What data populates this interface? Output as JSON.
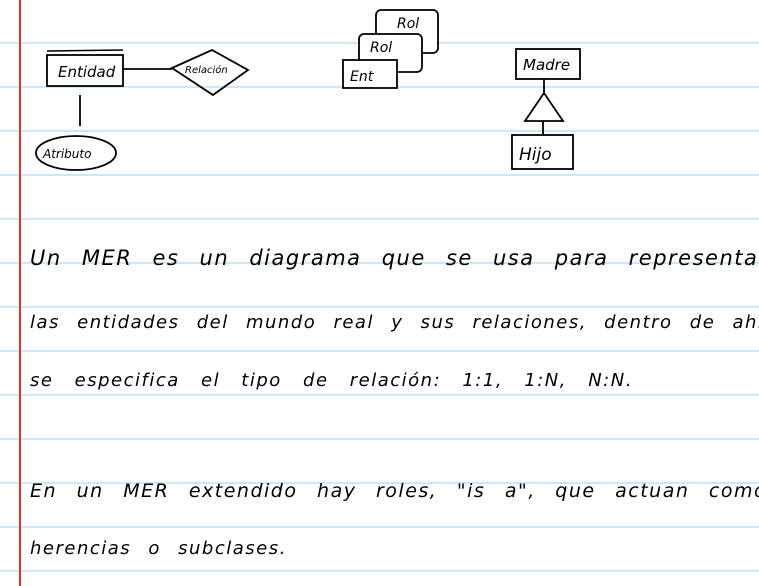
{
  "diagram": {
    "entidad": "Entidad",
    "relacion": "Relación",
    "atributo": "Atributo",
    "rol_back": "Rol",
    "rol_mid": "Rol",
    "ent_front": "Ent",
    "madre": "Madre",
    "hijo": "Hijo"
  },
  "notes": {
    "line1": "Un MER es un diagrama que se usa para representar",
    "line2": "las entidades del mundo real y sus relaciones, dentro de ahí",
    "line3": "se especifica el tipo de relación: 1:1, 1:N, N:N.",
    "line4": "En un MER extendido hay roles, \"is a\", que actuan como",
    "line5": "herencias o subclases."
  }
}
